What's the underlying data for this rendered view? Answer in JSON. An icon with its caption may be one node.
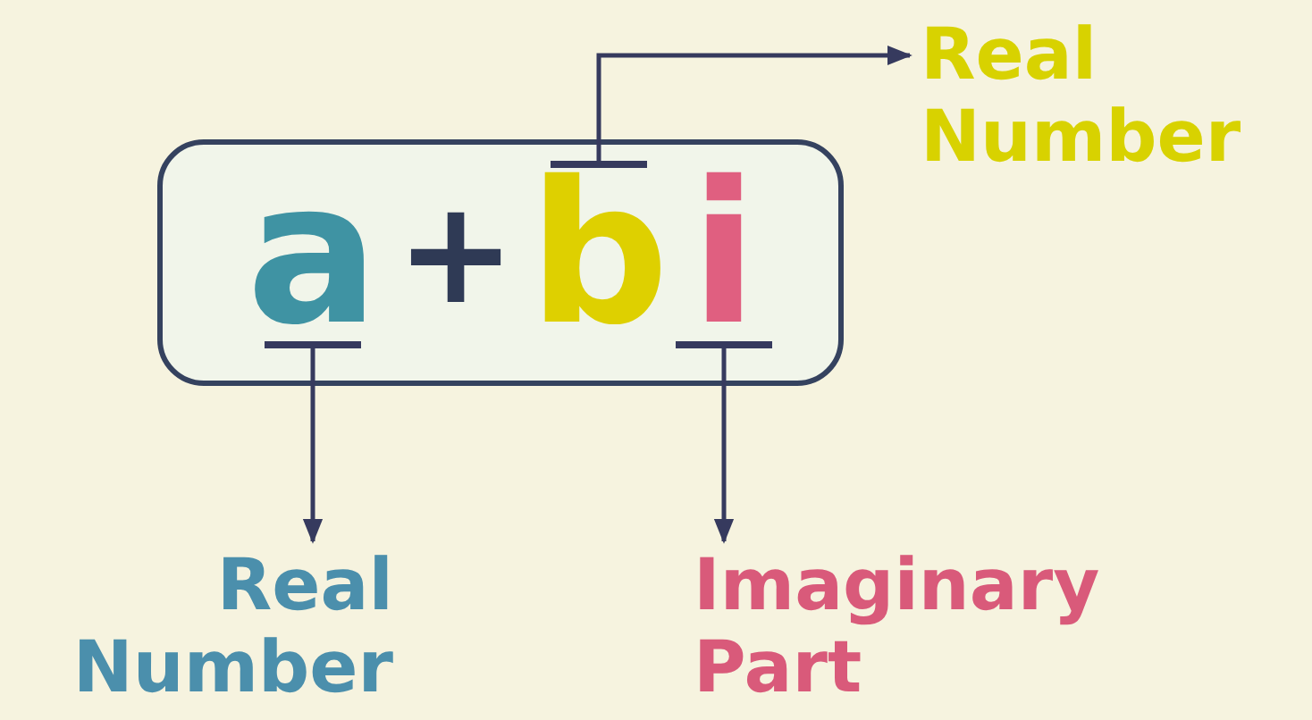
{
  "diagram": {
    "nodes": [
      {
        "text": [],
        "shape": "box"
      },
      {
        "text": [
          "a"
        ],
        "in": 0
      },
      {
        "text": [
          "b"
        ],
        "in": 0
      },
      {
        "text": [
          "i"
        ],
        "in": 0
      },
      {
        "text": [
          "Real Number"
        ]
      },
      {
        "text": [
          "Real Number"
        ]
      },
      {
        "text": [
          "Imaginary Part"
        ]
      }
    ],
    "edges": [
      {
        "from": 2,
        "to": 4,
        "arrow": "to"
      },
      {
        "from": 1,
        "to": 5,
        "arrow": "to"
      },
      {
        "from": 3,
        "to": 6,
        "arrow": "to"
      }
    ],
    "labels": [
      "+"
    ]
  }
}
